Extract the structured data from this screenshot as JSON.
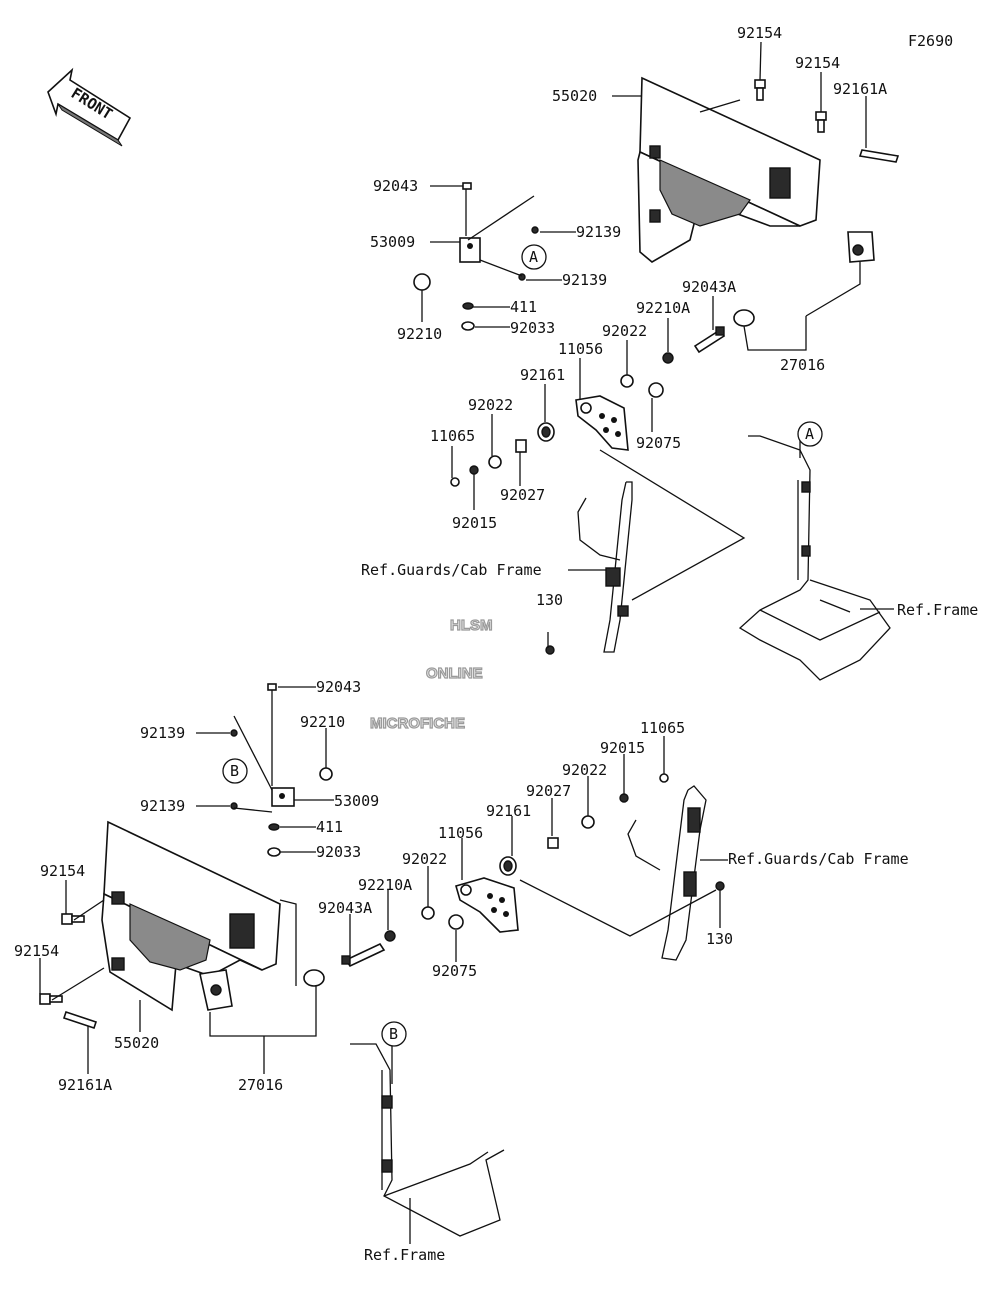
{
  "figure_code": "F2690",
  "front_label": "FRONT",
  "watermark": [
    "HLSM",
    "ONLINE",
    "MICROFICHE"
  ],
  "callouts": {
    "A": "A",
    "B": "B"
  },
  "labels": {
    "p92154_a": "92154",
    "p92154_b": "92154",
    "p92161a_top": "92161A",
    "p55020_top": "55020",
    "p92043_top": "92043",
    "p53009_top": "53009",
    "p92139_t1": "92139",
    "p92139_t2": "92139",
    "p411_top": "411",
    "p92210_top": "92210",
    "p92033_top": "92033",
    "p92043a_top": "92043A",
    "p92210a_top": "92210A",
    "p92022_t1": "92022",
    "p11056_top": "11056",
    "p92161_top": "92161",
    "p92022_t2": "92022",
    "p11065_top": "11065",
    "p92075_top": "92075",
    "p92027_top": "92027",
    "p92015_top": "92015",
    "p27016_top": "27016",
    "ref_guards_top": "Ref.Guards/Cab Frame",
    "p130_top": "130",
    "ref_frame_top": "Ref.Frame",
    "p92043_bot": "92043",
    "p92210_bot": "92210",
    "p92139_b1": "92139",
    "p53009_bot": "53009",
    "p92139_b2": "92139",
    "p411_bot": "411",
    "p92033_bot": "92033",
    "p11065_bot": "11065",
    "p92015_bot": "92015",
    "p92022_b1": "92022",
    "p92027_bot": "92027",
    "p92161_bot": "92161",
    "p11056_bot": "11056",
    "p92022_b2": "92022",
    "p92210a_bot": "92210A",
    "p92043a_bot": "92043A",
    "p92075_bot": "92075",
    "ref_guards_bot": "Ref.Guards/Cab Frame",
    "p130_bot": "130",
    "p92154_c": "92154",
    "p92154_d": "92154",
    "p55020_bot": "55020",
    "p92161a_bot": "92161A",
    "p27016_bot": "27016",
    "ref_frame_bot": "Ref.Frame"
  }
}
